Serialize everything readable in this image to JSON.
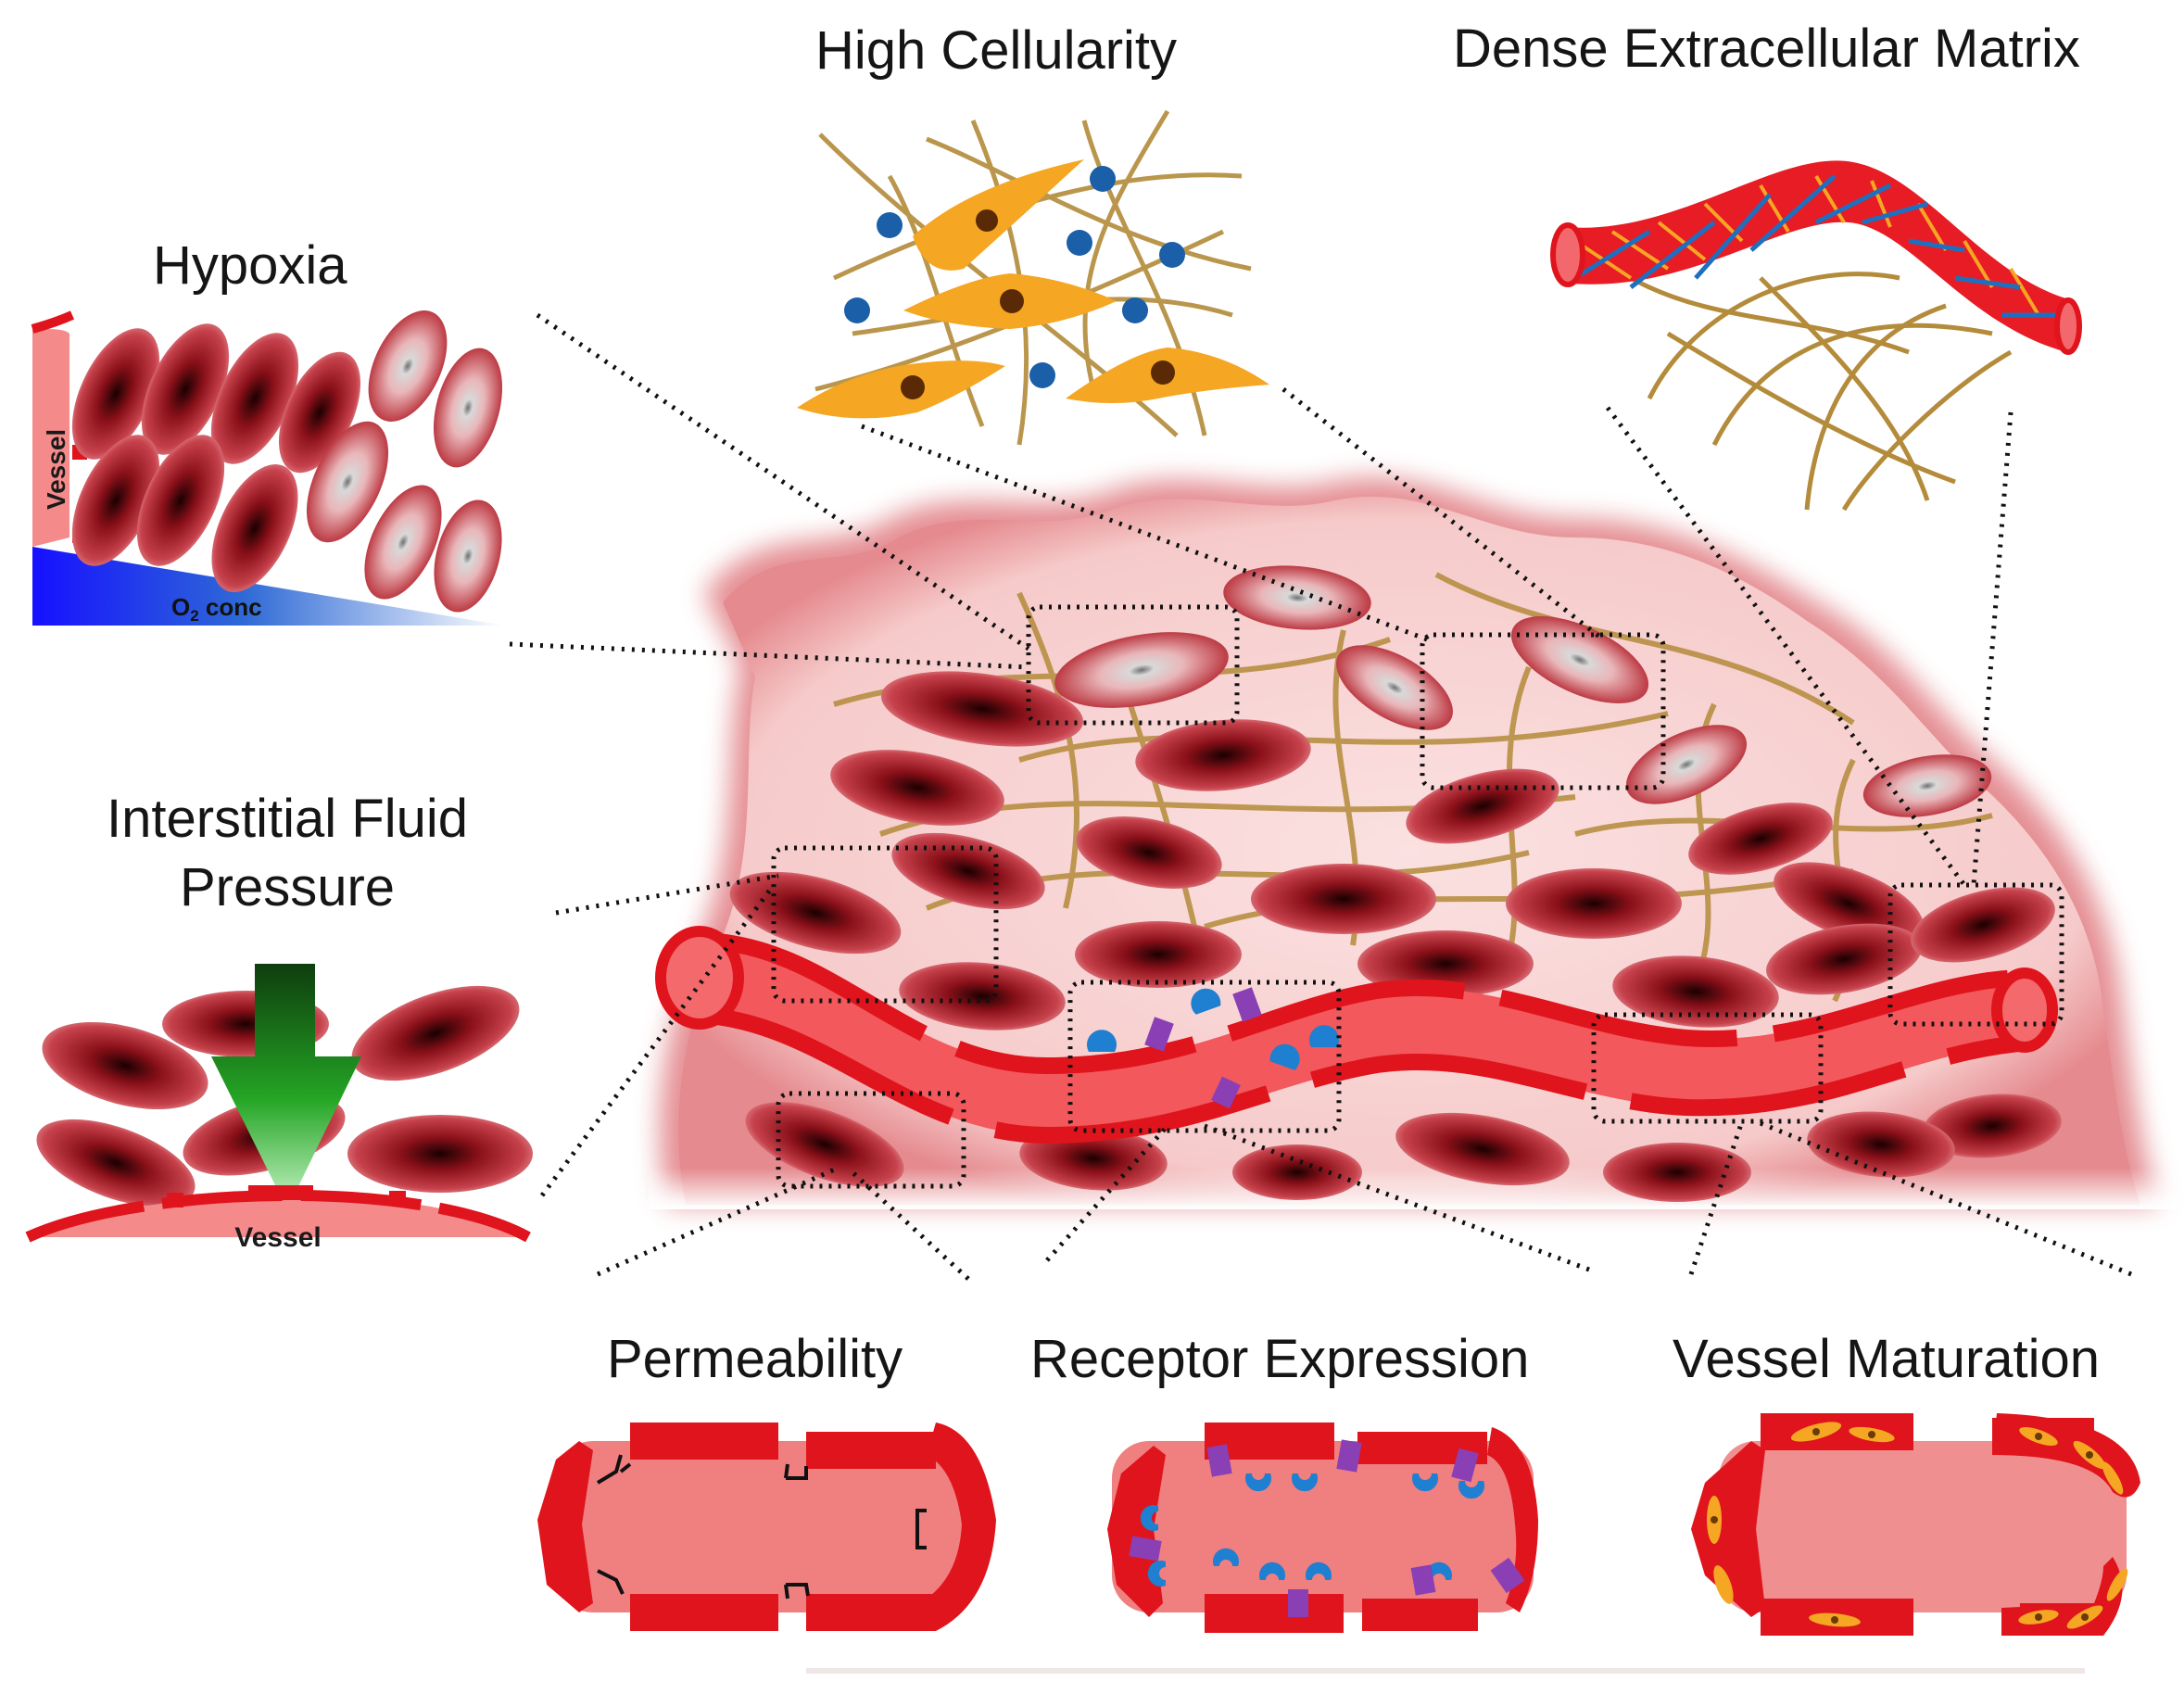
{
  "labels": {
    "high_cellularity": "High Cellularity",
    "dense_ecm": "Dense Extracellular Matrix",
    "hypoxia": "Hypoxia",
    "ifp_line1": "Interstitial Fluid",
    "ifp_line2": "Pressure",
    "permeability": "Permeability",
    "receptor_expression": "Receptor Expression",
    "vessel_maturation": "Vessel Maturation"
  },
  "inset_text": {
    "hypoxia_vessel": "Vessel",
    "o2_conc_main": "O",
    "o2_conc_sub": "2",
    "o2_conc_suffix": " conc",
    "ifp_vessel": "Vessel"
  },
  "colors": {
    "cell_dark": "#7a0d15",
    "cell_mid": "#c0303a",
    "cell_light": "#f3b9bd",
    "hypoxic_center": "#d8d8d8",
    "tissue": "#f8cfd0",
    "tissue_glow": "#e07f84",
    "vessel_wall": "#e3141c",
    "vessel_lumen": "#f07b7c",
    "fiber": "#b08a3c",
    "fibroblast": "#f5a623",
    "receptor_blue": "#1f7fd0",
    "ligand_purple": "#8a3fb5",
    "o2_gradient_start": "#1a12ff",
    "arrow_green": "#1fa31f"
  }
}
